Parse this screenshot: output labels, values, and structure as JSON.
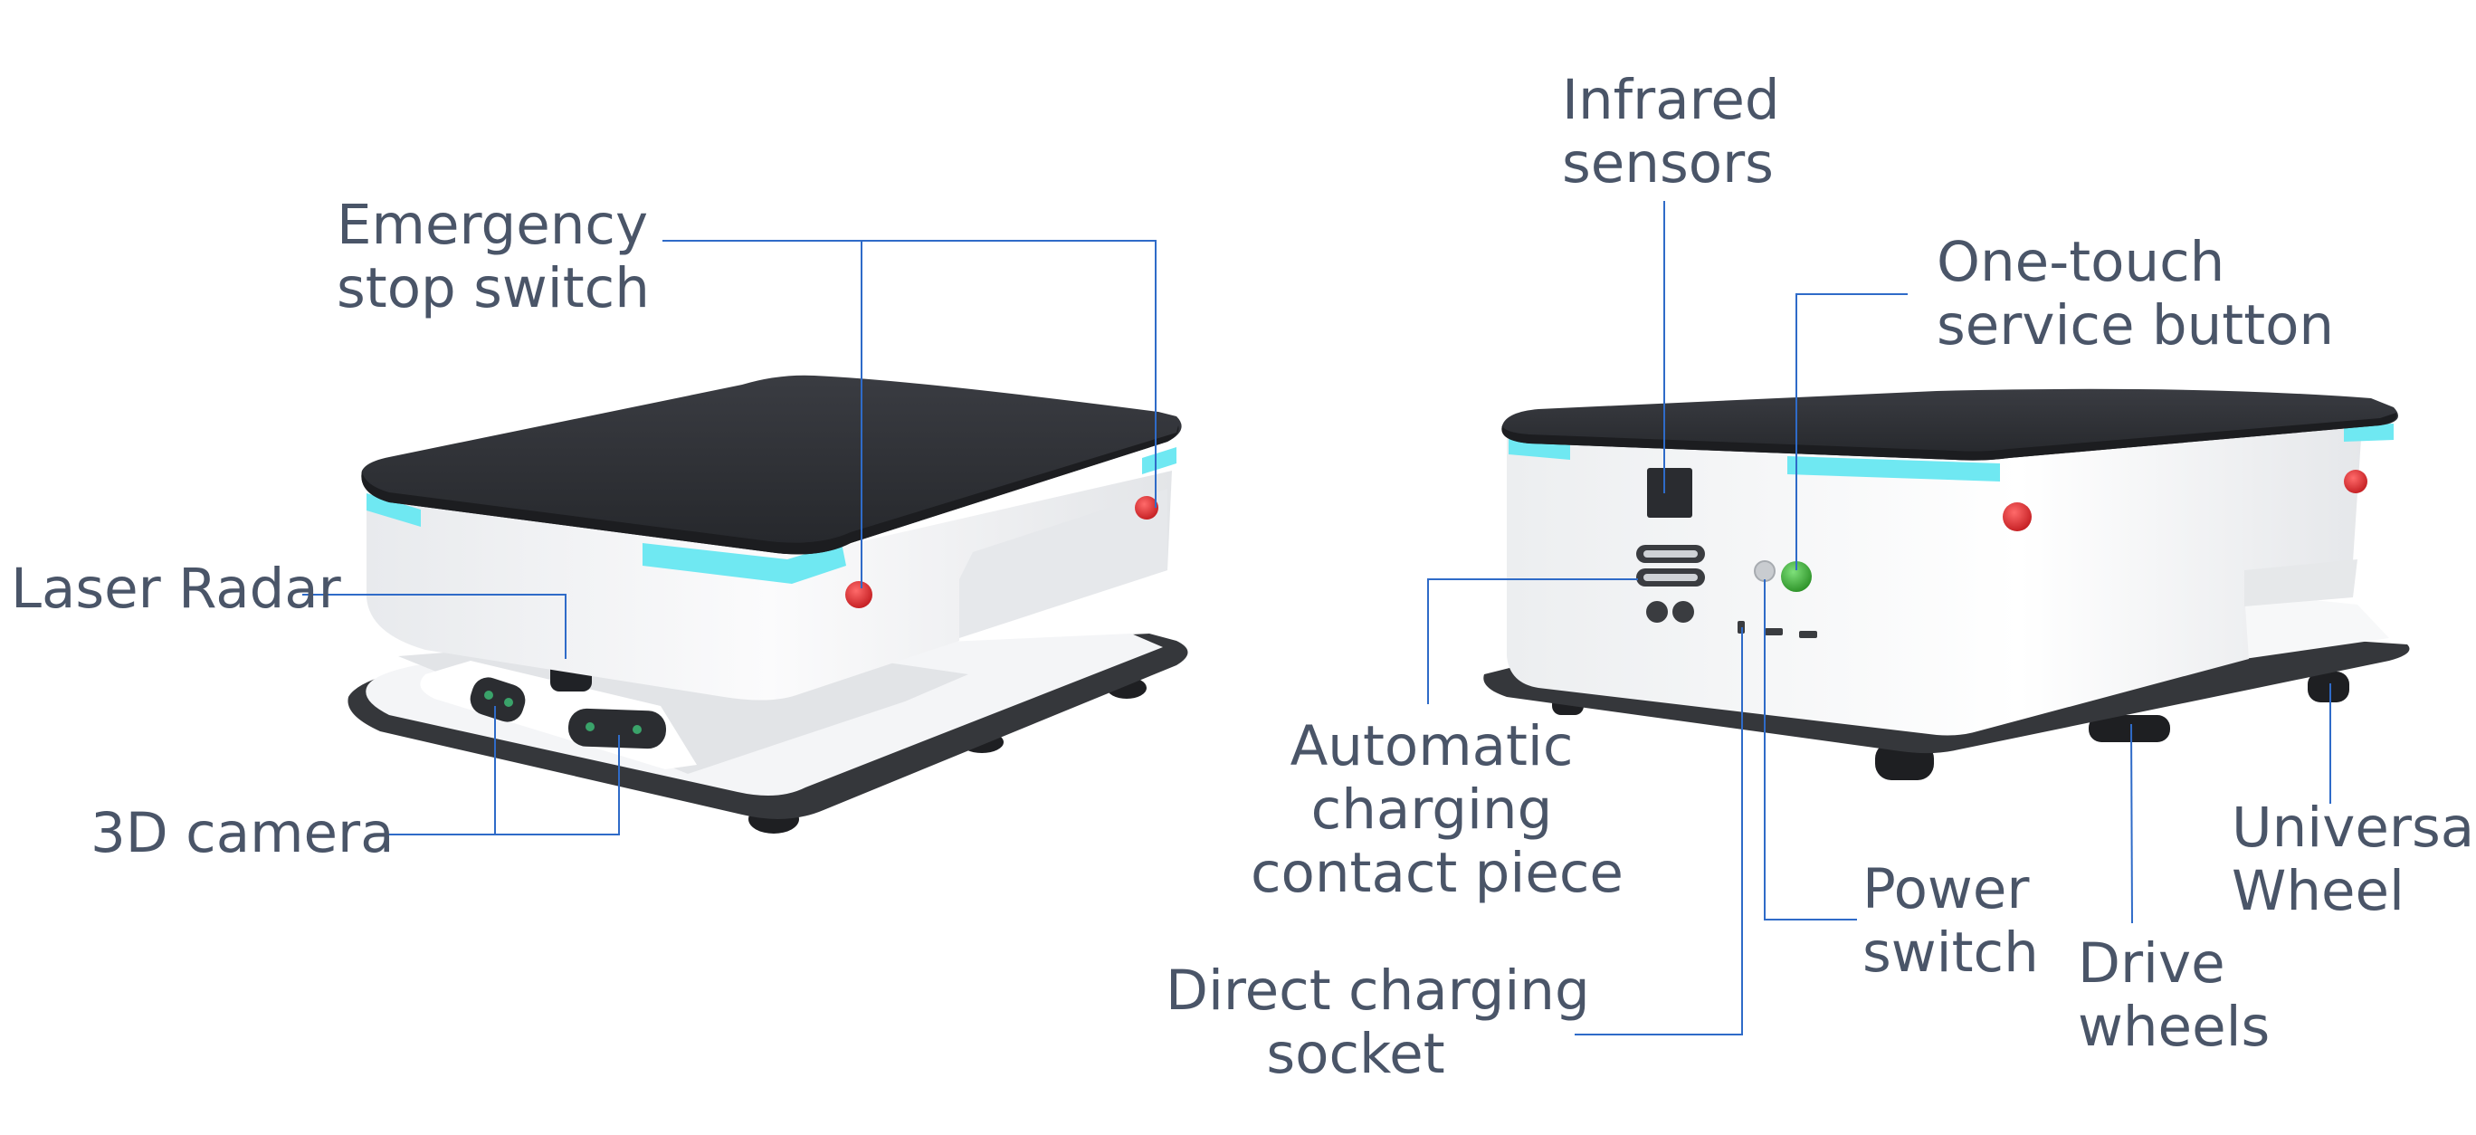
{
  "colors": {
    "text": "#4a5568",
    "leader_line": "#2f6bc8",
    "top_plate": "#2f3136",
    "body": "#f1f2f4",
    "light_strip": "#6fe8f2",
    "estop_red": "#e0282c",
    "service_green": "#38b030",
    "base": "#3a3c40"
  },
  "labels": {
    "emergency_stop": [
      "Emergency",
      "stop switch"
    ],
    "laser_radar": [
      "Laser Radar"
    ],
    "camera_3d": [
      "3D camera"
    ],
    "infrared_sensors": [
      "Infrared",
      "sensors"
    ],
    "one_touch_service": [
      "One-touch",
      "service button"
    ],
    "auto_charging": [
      "Automatic",
      "charging",
      "contact piece"
    ],
    "direct_charging": [
      "Direct charging",
      "socket"
    ],
    "power_switch": [
      "Power",
      "switch"
    ],
    "drive_wheels": [
      "Drive",
      "wheels"
    ],
    "universal_wheel": [
      "Universal",
      "Wheel"
    ]
  }
}
